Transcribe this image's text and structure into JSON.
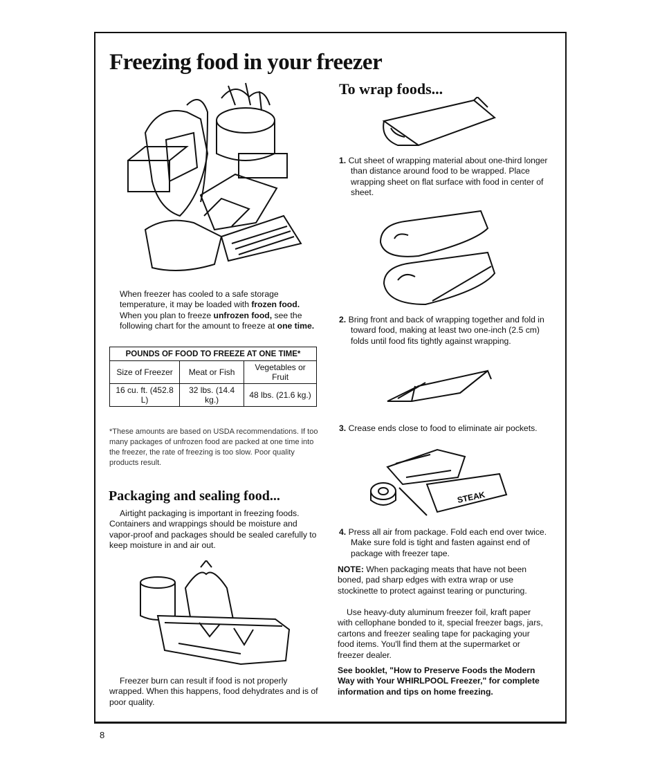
{
  "page": {
    "title": "Freezing food in your freezer",
    "page_number": "8"
  },
  "intro": {
    "p1_a": "When freezer has cooled to a safe storage temperature, it may be loaded with ",
    "p1_bold": "frozen food.",
    "p2_a": "When you plan to freeze ",
    "p2_bold": "unfrozen food,",
    "p2_b": " see the following chart for the amount to freeze at ",
    "p2_bold2": "one time."
  },
  "table": {
    "header": "POUNDS OF FOOD TO FREEZE AT ONE TIME*",
    "columns": [
      "Size of Freezer",
      "Meat or Fish",
      "Vegetables or Fruit"
    ],
    "rows": [
      [
        "16 cu. ft. (452.8 L)",
        "32 lbs. (14.4 kg.)",
        "48 lbs. (21.6 kg.)"
      ]
    ],
    "footnote": "*These amounts are based on USDA recommendations. If too many packages of unfrozen food are packed at one time into the freezer, the rate of freezing is too slow. Poor quality products result."
  },
  "packaging": {
    "heading": "Packaging and sealing food...",
    "p1": "Airtight packaging is important in freezing foods. Containers and wrappings should be moisture and vapor-proof and packages should be sealed carefully to keep moisture in and air out.",
    "p2": "Freezer burn can result if food is not properly wrapped. When this happens, food dehydrates and is of poor quality."
  },
  "wrap": {
    "heading": "To wrap foods...",
    "steps": [
      {
        "num": "1.",
        "text": "Cut sheet of wrapping material about one-third longer than distance around food to be wrapped. Place wrapping sheet on flat surface with food in center of sheet."
      },
      {
        "num": "2.",
        "text": "Bring front and back of wrapping together and fold in toward food, making at least two one-inch (2.5 cm) folds until food fits tightly against wrapping."
      },
      {
        "num": "3.",
        "text": "Crease ends close to food to eliminate air pockets."
      },
      {
        "num": "4.",
        "text": "Press all air from package. Fold each end over twice. Make sure fold is tight and fasten against end of package with freezer tape."
      }
    ],
    "note_label": "NOTE:",
    "note_text": " When packaging meats that have not been boned, pad sharp edges with extra wrap or use stockinette to protect against tearing or puncturing.",
    "supplies": "Use heavy-duty aluminum freezer foil, kraft paper with cellophane bonded to it, special freezer bags, jars, cartons and freezer sealing tape for packaging your food items. You'll find them at the supermarket or freezer dealer.",
    "closing": "See booklet, \"How to Preserve Foods the Modern Way with Your WHIRLPOOL Freezer,\" for complete information and tips on home freezing.",
    "tape_label": "STEAK"
  }
}
